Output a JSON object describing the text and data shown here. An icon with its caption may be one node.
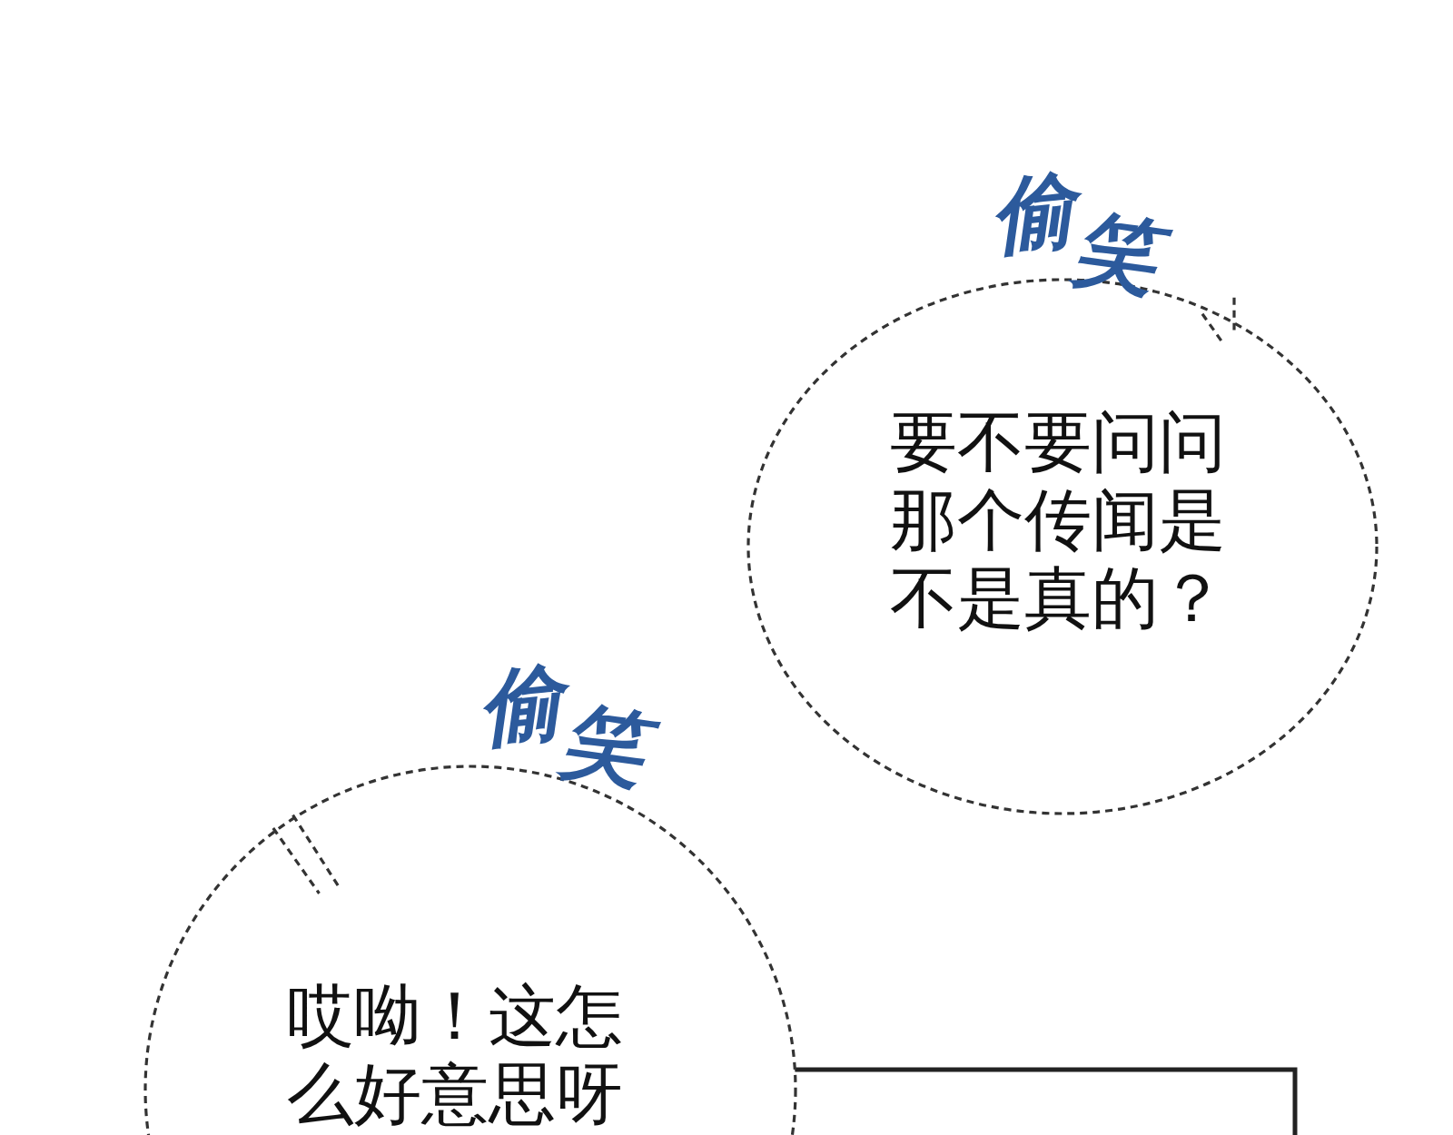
{
  "diagram": {
    "nodes": [
      {
        "text": [
          "要不要问问那个传闻是不是真的？"
        ],
        "beside": [
          "偷笑"
        ]
      },
      {
        "text": [
          "哎呦！这怎么好意思呀"
        ],
        "beside": [
          "偷笑"
        ]
      }
    ]
  }
}
